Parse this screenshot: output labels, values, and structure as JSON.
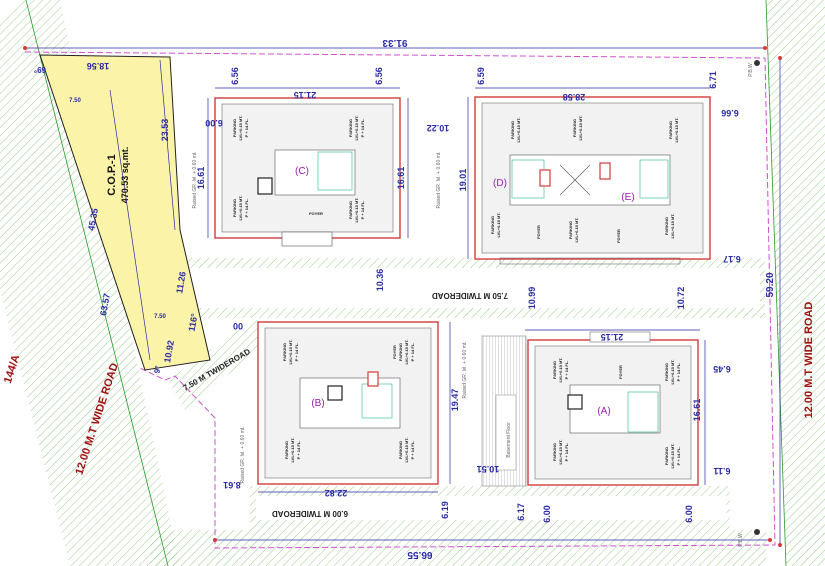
{
  "roads": {
    "left_road": "12.00 M.T WIDE ROAD",
    "right_road": "12.00 M.T WIDE ROAD",
    "corner_label": "144/A",
    "internal_top": "7.50 M TWIDEROAD",
    "internal_diag": "7.50 M TWIDEROAD",
    "internal_bottom": "6.00 M TWIDEROAD"
  },
  "cop": {
    "title": "C.O.P.-1",
    "area": "470.53 sq.mt."
  },
  "buildings": {
    "a": "(A)",
    "b": "(B)",
    "c": "(C)",
    "d": "(D)",
    "e": "(E)"
  },
  "rooms": {
    "parking": "PARKING",
    "lvl": "LVL+0.15 MT.",
    "floors": "P + 14 FL.",
    "foyer": "FOYER"
  },
  "notes": {
    "raised": "Raised GR. lvl. + 0.60 mt.",
    "basement": "Basement Floor",
    "pbw": "P.B.W"
  },
  "dims": {
    "top_total": "91.33",
    "bottom_total": "66.55",
    "right_total": "59.20",
    "cop_top": "18.56",
    "cop_right_upper": "23.53",
    "cop_right_lower": "11.26",
    "cop_left": "45.35",
    "left_total": "63.57",
    "diag_small": "10.92",
    "angle_116": "116°",
    "deg_69": "69°",
    "deg_9": "9°",
    "d_7_50": "7.50",
    "c_left": "6.56",
    "c_right": "6.56",
    "c_width": "21.15",
    "c_height_l": "16.61",
    "c_height_r": "16.61",
    "c_6_00": "6.00",
    "gap_10_22": "10.22",
    "de_left": "6.59",
    "de_width": "28.58",
    "de_height": "19.01",
    "de_right_top": "6.71",
    "de_right_2": "6.66",
    "de_right_3": "6.17",
    "road_10_36": "10.36",
    "road_10_99": "10.99",
    "road_10_72": "10.72",
    "b_00": "00",
    "b_height": "19.47",
    "b_bottom": "22.82",
    "b_left": "8.61",
    "b_10_51": "10.51",
    "b_6_19": "6.19",
    "a_width": "21.15",
    "a_645": "6.45",
    "a_height": "16.61",
    "a_611": "6.11",
    "a_617": "6.17",
    "a_600l": "6.00",
    "a_600r": "6.00"
  }
}
